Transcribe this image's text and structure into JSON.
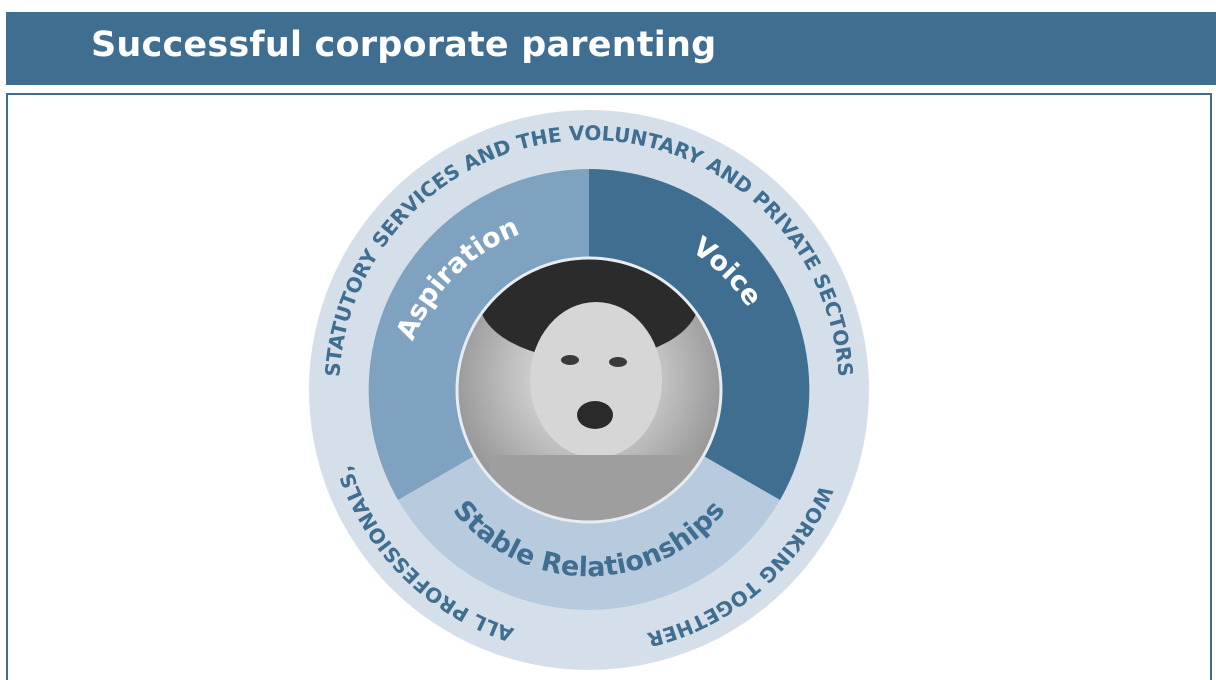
{
  "header": {
    "title": "Successful corporate parenting"
  },
  "diagram": {
    "outer_ring_top_text": "STATUTORY SERVICES AND THE VOLUNTARY AND PRIVATE SECTORS",
    "outer_ring_right_text": "WORKING TOGETHER",
    "outer_ring_left_text": "ALL PROFESSIONALS,",
    "segments": [
      {
        "label": "Aspiration",
        "color": "#7fa2c0"
      },
      {
        "label": "Voice",
        "color": "#3f6e91"
      },
      {
        "label": "Stable Relationships",
        "color": "#b8cadd"
      }
    ],
    "outer_ring_color": "#d5dfea",
    "center_image": "smiling-child-photo"
  }
}
